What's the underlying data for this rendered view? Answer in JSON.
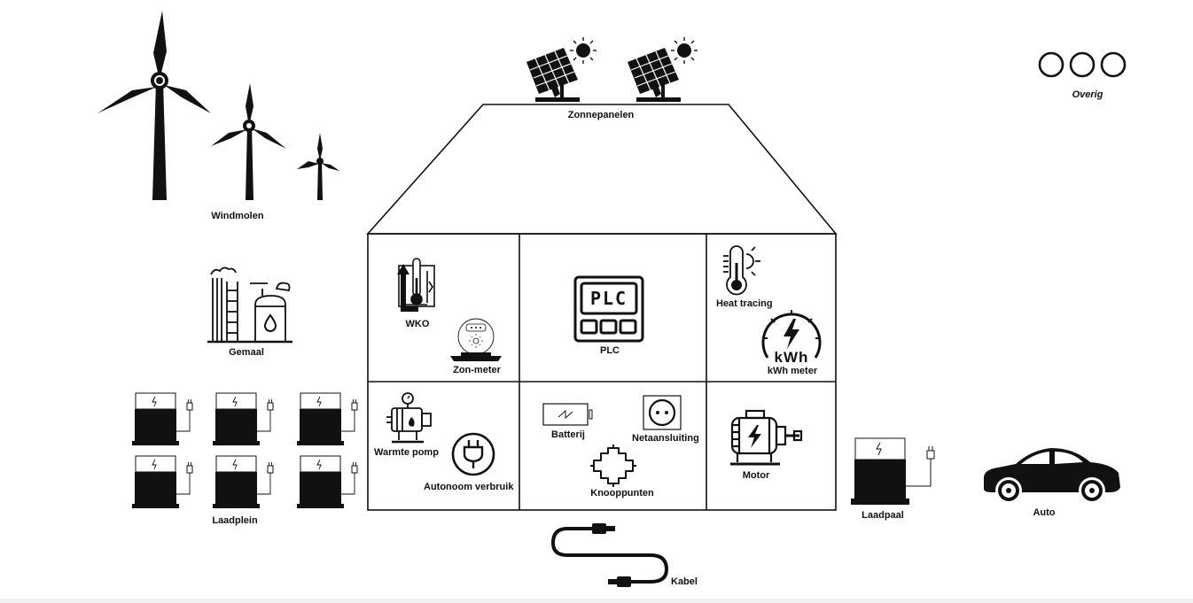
{
  "labels": {
    "windmolen": "Windmolen",
    "zonnepanelen": "Zonnepanelen",
    "overig": "Overig",
    "gemaal": "Gemaal",
    "laadplein": "Laadplein",
    "wko": "WKO",
    "zon_meter": "Zon-meter",
    "plc": "PLC",
    "plc_screen": "PLC",
    "heat_tracing": "Heat tracing",
    "kwh_symbol": "kWh",
    "kwh_meter": "kWh meter",
    "warmte_pomp": "Warmte pomp",
    "autonoom_verbruik": "Autonoom verbruik",
    "batterij": "Batterij",
    "netaansluiting": "Netaansluiting",
    "knooppunten": "Knooppunten",
    "motor": "Motor",
    "laadpaal": "Laadpaal",
    "auto": "Auto",
    "kabel": "Kabel"
  },
  "icons": [
    "wind-turbine-icon",
    "solar-panel-icon",
    "dots-icon",
    "pumping-station-icon",
    "charging-station-icon",
    "thermometer-icon",
    "smart-meter-icon",
    "plc-icon",
    "heat-tracing-icon",
    "kwh-meter-icon",
    "heat-pump-icon",
    "plug-icon",
    "battery-icon",
    "socket-icon",
    "junction-icon",
    "motor-icon",
    "car-icon",
    "cable-icon"
  ],
  "colors": {
    "ink": "#111111",
    "background": "#ffffff"
  }
}
